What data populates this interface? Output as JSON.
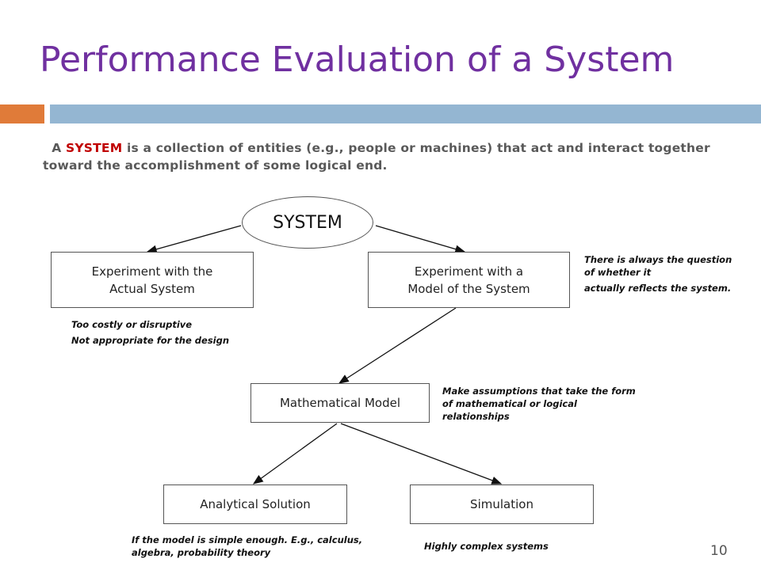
{
  "slide": {
    "title": "Performance Evaluation of a System",
    "intro": {
      "prefix": "A ",
      "highlight": "SYSTEM",
      "rest": " is a collection of entities (e.g., people or machines) that act and interact together toward the accomplishment of some logical end."
    },
    "page_number": "10",
    "colors": {
      "title": "#7030a0",
      "accent_orange": "#e07b39",
      "accent_blue": "#94b6d2",
      "highlight": "#c00000"
    }
  },
  "diagram": {
    "root": "SYSTEM",
    "actual_system": [
      "Experiment with the",
      "Actual System"
    ],
    "model_system": [
      "Experiment with a",
      "Model of the System"
    ],
    "math_model": "Mathematical Model",
    "analytical": "Analytical Solution",
    "simulation": "Simulation",
    "notes": {
      "actual": [
        "Too costly or disruptive",
        "Not appropriate for the design"
      ],
      "model": [
        "There is always the question of whether it",
        "actually reflects the system."
      ],
      "math": [
        "Make assumptions that take the form of mathematical or logical relationships"
      ],
      "analytical": [
        "If the model is simple enough. E.g., calculus, algebra, probability theory"
      ],
      "simulation": [
        "Highly complex systems"
      ]
    }
  }
}
